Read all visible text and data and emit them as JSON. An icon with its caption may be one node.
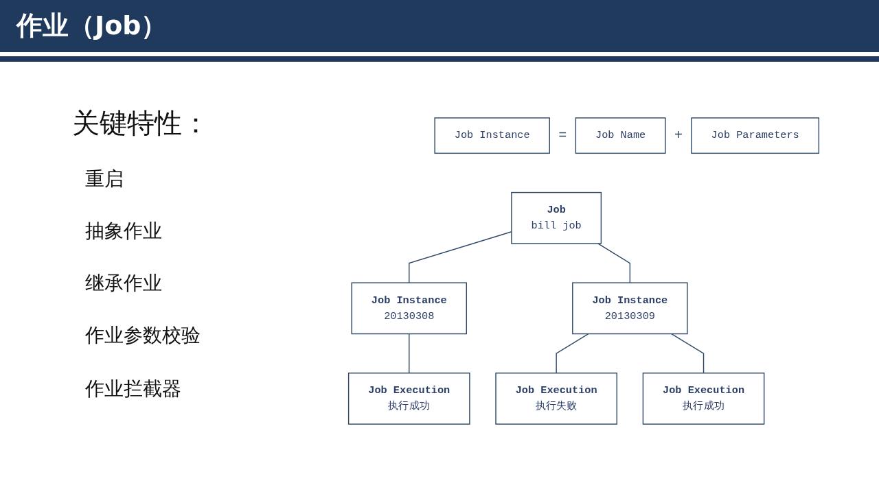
{
  "diagram": {
    "title": "作业（Job）",
    "nodes": [
      {
        "text": [
          "Job Instance"
        ]
      },
      {
        "text": [
          "Job Name"
        ]
      },
      {
        "text": [
          "Job Parameters"
        ]
      },
      {
        "text": [
          "Job",
          "bill job"
        ]
      },
      {
        "text": [
          "Job Instance",
          "20130308"
        ]
      },
      {
        "text": [
          "Job Instance",
          "20130309"
        ]
      },
      {
        "text": [
          "Job Execution",
          "执行成功"
        ]
      },
      {
        "text": [
          "Job Execution",
          "执行失败"
        ]
      },
      {
        "text": [
          "Job Execution",
          "执行成功"
        ]
      }
    ],
    "edges": [
      {
        "from": 3,
        "to": 4,
        "arrow": "none"
      },
      {
        "from": 3,
        "to": 5,
        "arrow": "none"
      },
      {
        "from": 4,
        "to": 6,
        "arrow": "none"
      },
      {
        "from": 5,
        "to": 7,
        "arrow": "none"
      },
      {
        "from": 5,
        "to": 8,
        "arrow": "none"
      }
    ],
    "labels": [
      "关键特性：",
      "重启",
      "抽象作业",
      "继承作业",
      "作业参数校验",
      "作业拦截器",
      "=",
      "+"
    ]
  }
}
